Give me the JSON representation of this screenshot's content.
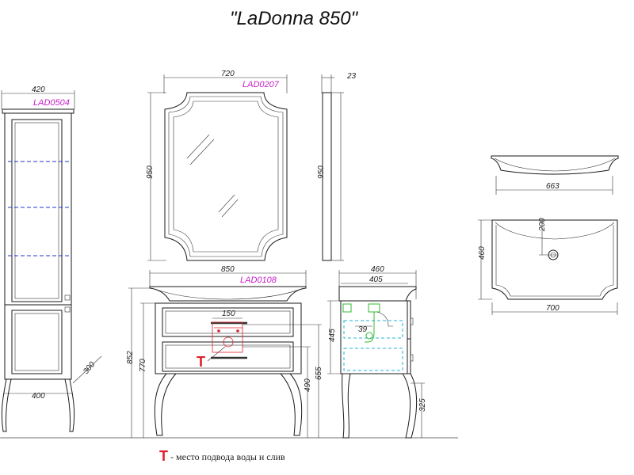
{
  "title": "\"LaDonna 850\"",
  "products": {
    "column": {
      "code": "LAD0504",
      "dim_width_top": "420",
      "dim_width_bottom": "400",
      "dim_depth": "300"
    },
    "mirror": {
      "code": "LAD0207",
      "dim_width": "720",
      "dim_height": "950",
      "dim_side_height": "950",
      "dim_thickness": "23"
    },
    "vanity": {
      "code": "LAD0108",
      "dim_width": "850",
      "dim_height_total": "852",
      "dim_height_body": "770",
      "dim_drain_offset": "150",
      "dim_inlet_height": "655",
      "dim_drain_height": "490"
    },
    "vanity_side": {
      "dim_depth": "460",
      "dim_body_depth": "405",
      "dim_inner": "39",
      "dim_height": "445",
      "dim_leg": "325"
    },
    "sink": {
      "dim_front_width": "663",
      "dim_width": "700",
      "dim_depth": "460",
      "dim_tap_offset": "200"
    }
  },
  "legend": {
    "mark": "T",
    "text": "- место подвода воды и слив"
  }
}
